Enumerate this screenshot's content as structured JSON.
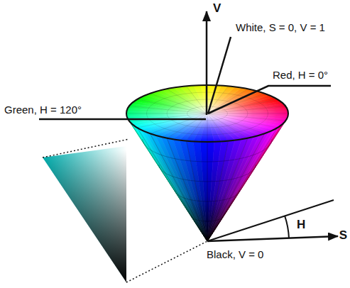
{
  "diagram": {
    "labels": [
      "V",
      "White, S = 0, V = 1",
      "Red, H = 0°",
      "Green, H = 120°",
      "H",
      "S",
      "Black, V = 0"
    ]
  }
}
